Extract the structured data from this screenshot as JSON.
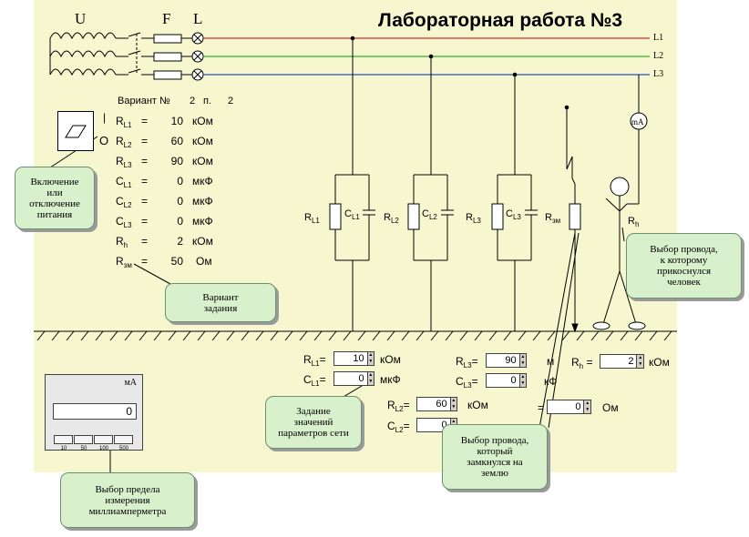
{
  "title": "Лабораторная работа №3",
  "source_labels": {
    "u": "U",
    "f": "F",
    "l": "L"
  },
  "lines": [
    "L1",
    "L2",
    "L3"
  ],
  "colors": {
    "line1": "#d03030",
    "line2": "#30b030",
    "line3": "#3050c0",
    "panel": "#f7f7cf",
    "callout": "#d8f0cc"
  },
  "variant": {
    "label": "Вариант №",
    "number": "2",
    "point_label": "п.",
    "point": "2"
  },
  "params": [
    {
      "sym": "R",
      "sub": "L1",
      "eq": "=",
      "value": "10",
      "unit": "кОм"
    },
    {
      "sym": "R",
      "sub": "L2",
      "eq": "=",
      "value": "60",
      "unit": "кОм"
    },
    {
      "sym": "R",
      "sub": "L3",
      "eq": "=",
      "value": "90",
      "unit": "кОм"
    },
    {
      "sym": "C",
      "sub": "L1",
      "eq": "=",
      "value": "0",
      "unit": "мкФ"
    },
    {
      "sym": "C",
      "sub": "L2",
      "eq": "=",
      "value": "0",
      "unit": "мкФ"
    },
    {
      "sym": "C",
      "sub": "L3",
      "eq": "=",
      "value": "0",
      "unit": "мкФ"
    },
    {
      "sym": "R",
      "sub": "h",
      "eq": "=",
      "value": "2",
      "unit": "кОм"
    },
    {
      "sym": "R",
      "sub": "зм",
      "eq": "=",
      "value": "50",
      "unit": "Ом"
    }
  ],
  "circuit_labels": {
    "rl1": {
      "sym": "R",
      "sub": "L1"
    },
    "cl1": {
      "sym": "C",
      "sub": "L1"
    },
    "rl2": {
      "sym": "R",
      "sub": "L2"
    },
    "cl2": {
      "sym": "C",
      "sub": "L2"
    },
    "rl3": {
      "sym": "R",
      "sub": "L3"
    },
    "cl3": {
      "sym": "C",
      "sub": "L3"
    },
    "rzm": {
      "sym": "R",
      "sub": "зм"
    },
    "rh": {
      "sym": "R",
      "sub": "h"
    },
    "ma": "mA"
  },
  "inputs": {
    "rl1": {
      "sym": "R",
      "sub": "L1",
      "eq": "=",
      "value": "10",
      "unit": "кОм"
    },
    "cl1": {
      "sym": "C",
      "sub": "L1",
      "eq": "=",
      "value": "0",
      "unit": "мкФ"
    },
    "rl3": {
      "sym": "R",
      "sub": "L3",
      "eq": "=",
      "value": "90",
      "unit_fragment": "м"
    },
    "cl3": {
      "sym": "C",
      "sub": "L3",
      "eq": "=",
      "value": "0",
      "unit_fragment": "кФ"
    },
    "rh": {
      "sym": "R",
      "sub": "h",
      "eq": "=",
      "value": "2",
      "unit": "кОм"
    },
    "rl2": {
      "sym": "R",
      "sub": "L2",
      "eq": "=",
      "value": "60",
      "unit": "кОм"
    },
    "cl2": {
      "sym": "C",
      "sub": "L2",
      "eq": "=",
      "value": "0"
    },
    "rzm": {
      "eq": "=",
      "value": "0",
      "unit": "Ом"
    }
  },
  "milliammeter": {
    "unit": "мА",
    "reading": "0",
    "ranges": [
      "10",
      "50",
      "100",
      "500"
    ]
  },
  "callouts": {
    "power": "Включение\nили\nотключение\nпитания",
    "variant": "Вариант\nзадания",
    "params": "Задание\nзначений\nпараметров сети",
    "person": "Выбор провода,\nк которому\nприкоснулся\nчеловек",
    "ground": "Выбор провода,\nкоторый\nзамкнулся  на\nземлю",
    "range": "Выбор предела\nизмерения\nмиллиамперметра"
  }
}
